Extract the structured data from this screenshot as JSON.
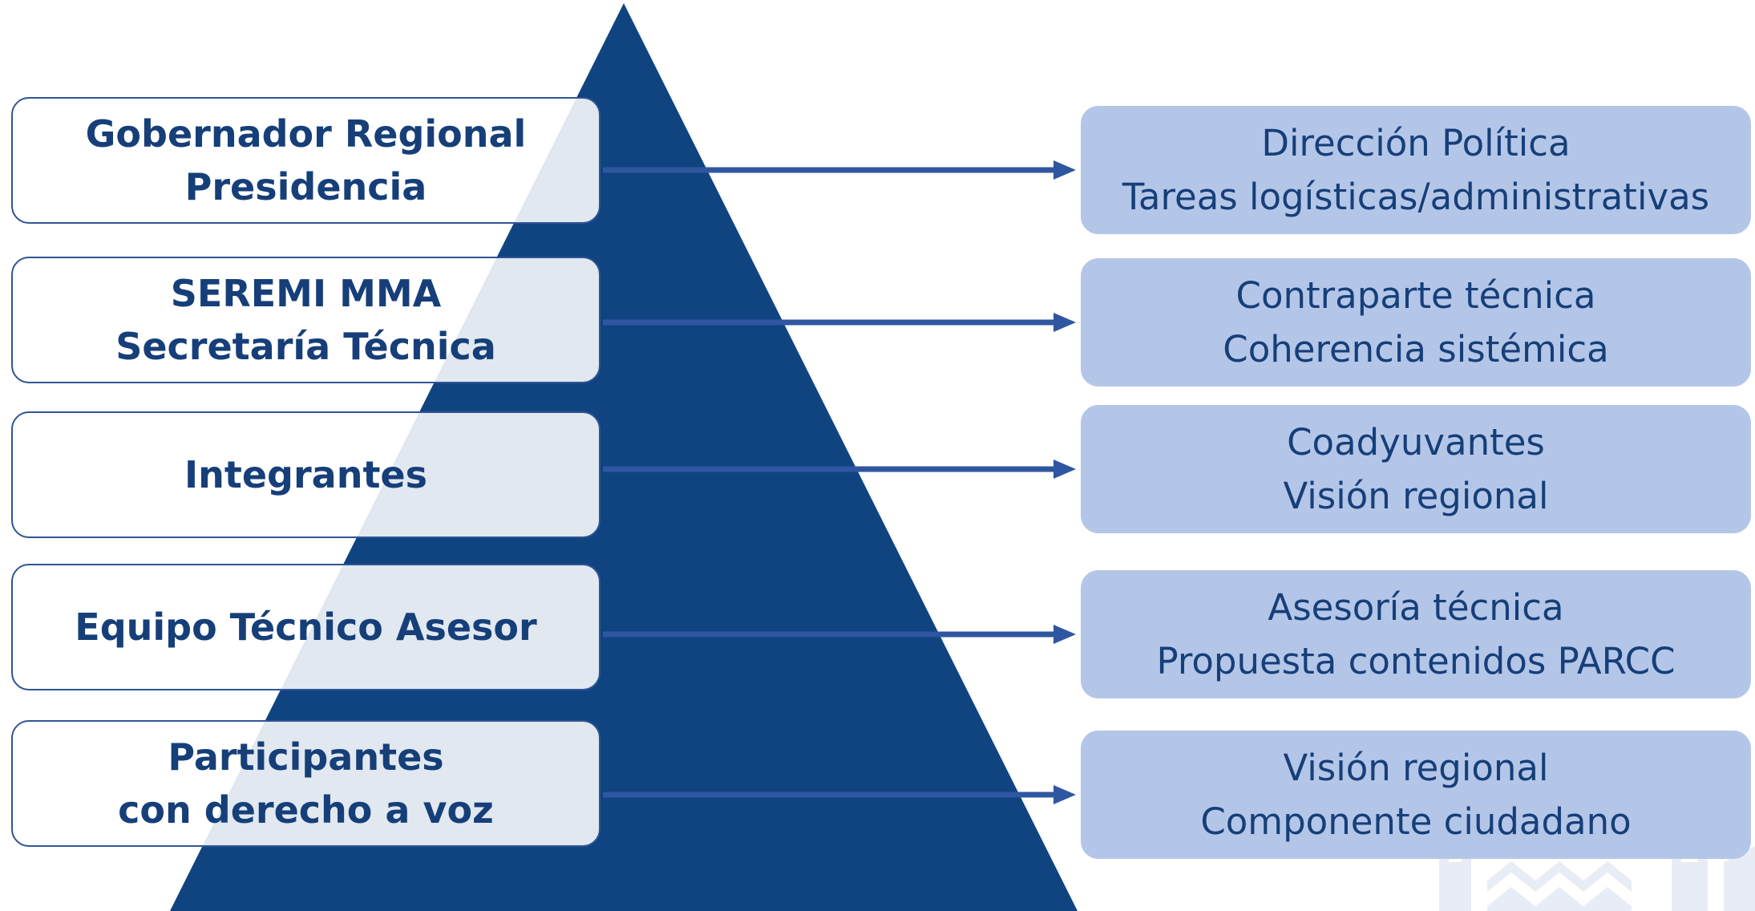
{
  "levels": [
    {
      "role": [
        "Gobernador Regional",
        "Presidencia"
      ],
      "function": [
        "Dirección Política",
        "Tareas logísticas/administrativas"
      ]
    },
    {
      "role": [
        "SEREMI MMA",
        "Secretaría Técnica"
      ],
      "function": [
        "Contraparte técnica",
        "Coherencia sistémica"
      ]
    },
    {
      "role": [
        "Integrantes"
      ],
      "function": [
        "Coadyuvantes",
        "Visión regional"
      ]
    },
    {
      "role": [
        "Equipo Técnico Asesor"
      ],
      "function": [
        "Asesoría técnica",
        "Propuesta contenidos PARCC"
      ]
    },
    {
      "role": [
        "Participantes",
        "con derecho a voz"
      ],
      "function": [
        "Visión regional",
        "Componente ciudadano"
      ]
    }
  ],
  "colors": {
    "pyramid": "#0f4480",
    "role_text": "#163f79",
    "function_bg": "#b4c6e8",
    "arrow": "#2f56a0"
  }
}
